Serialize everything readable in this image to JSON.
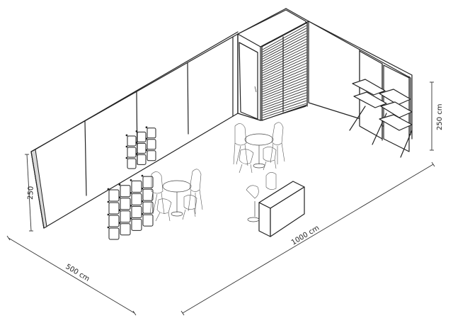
{
  "dimensions": {
    "width_label": "500 cm",
    "length_label": "1000 cm",
    "height_left_label": "250",
    "height_right_label": "250 cm"
  },
  "colors": {
    "line": "#222222",
    "background": "#ffffff",
    "edge_fill": "#d8d8d8"
  }
}
